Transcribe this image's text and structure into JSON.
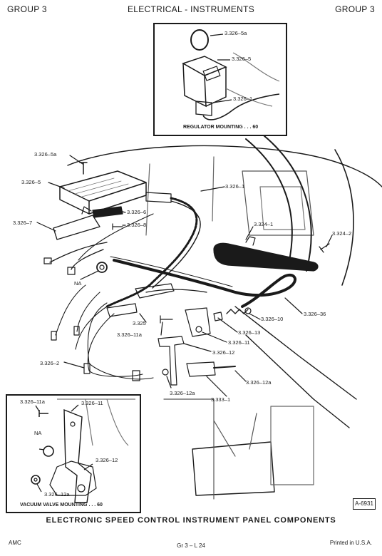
{
  "header": {
    "left": "GROUP 3",
    "center": "ELECTRICAL - INSTRUMENTS",
    "right": "GROUP 3"
  },
  "inset_top": {
    "caption": "REGULATOR MOUNTING . . . 60",
    "callouts": [
      "3.326–5a",
      "3.326–5",
      "3.326–1"
    ]
  },
  "main_callouts": {
    "c_5a": "3.326–5a",
    "c_5": "3.326–5",
    "c_1": "3.326–1",
    "c_6": "3.326–6",
    "c_7": "3.326–7",
    "c_8": "3.326–8",
    "c_3241": "3.324–1",
    "c_3242": "3.324–2",
    "c_na": "NA",
    "c_36": "3.326–36",
    "c_10": "3.326–10",
    "c_3325": "3.325",
    "c_13": "3.326–13",
    "c_11a": "3.326–11a",
    "c_11": "3.326–11",
    "c_12": "3.326–12",
    "c_2": "3.326–2",
    "c_12a_right": "3.326–12a",
    "c_12a_left": "3.326–12a",
    "c_3331": "3.333–1"
  },
  "inset_bottom": {
    "caption": "VACUUM VALVE MOUNTING . . . 60",
    "c_11a": "3.326–11a",
    "c_11": "3.326–11",
    "c_na": "NA",
    "c_12": "3.326–12",
    "c_12a": "3.326–12a"
  },
  "figure_id": "A-6931",
  "title": "ELECTRONIC  SPEED  CONTROL  INSTRUMENT  PANEL  COMPONENTS",
  "footer": {
    "left": "AMC",
    "center": "Gr 3 – L 24",
    "right": "Printed  in U.S.A."
  }
}
